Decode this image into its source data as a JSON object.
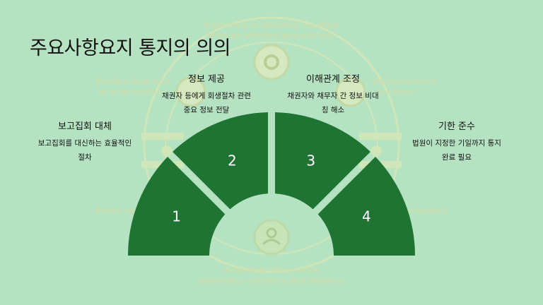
{
  "page_title": "주요사항요지 통지의 의의",
  "background": {
    "faded_texts": [
      "Reporting a reporting meeting",
      "with an efficient proceduras.",
      "Proviot ieeg wito",
      "to w to credito",
      "Deicsmartennt",
      "creditor.",
      "Ectlvv com",
      "designated",
      "Resolving information",
      "asymnetry creditors and debtors."
    ],
    "icons": [
      "gear-icon",
      "document-icon",
      "handshake-icon",
      "person-icon"
    ]
  },
  "segments": [
    {
      "number": "1",
      "heading": "보고집회 대체",
      "desc_line1": "보고집회를 대신하는 효율적인",
      "desc_line2": "절차"
    },
    {
      "number": "2",
      "heading": "정보 제공",
      "desc_line1": "채권자 등에게 회생절차 관련",
      "desc_line2": "중요 정보 전달"
    },
    {
      "number": "3",
      "heading": "이해관계 조정",
      "desc_line1": "채권자와 채무자 간 정보 비대",
      "desc_line2": "칭 해소"
    },
    {
      "number": "4",
      "heading": "기한 준수",
      "desc_line1": "법원이 지정한 기일까지 통지",
      "desc_line2": "완료 필요"
    }
  ],
  "colors": {
    "background": "#b5e3c2",
    "segment_fill": "#1f7333",
    "segment_number": "#ffffff",
    "faded_art": "#cfe6b8"
  }
}
